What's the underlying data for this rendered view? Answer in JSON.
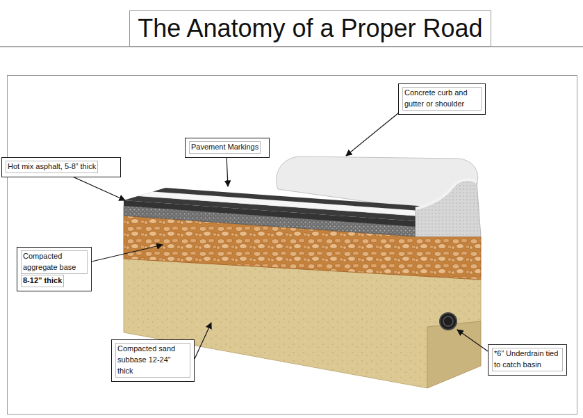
{
  "diagram": {
    "title": "The Anatomy of a Proper Road",
    "nodes": [
      {
        "text": [
          "Concrete curb and gutter or shoulder"
        ]
      },
      {
        "text": [
          "Pavement Markings"
        ]
      },
      {
        "text": [
          "Hot mix asphalt, 5-8” thick"
        ]
      },
      {
        "text": [
          "Compacted aggregate base",
          "8-12” thick"
        ]
      },
      {
        "text": [
          "Compacted sand subbase 12-24” thick"
        ]
      },
      {
        "text": [
          "*6” Underdrain tied to catch basin"
        ]
      }
    ]
  }
}
